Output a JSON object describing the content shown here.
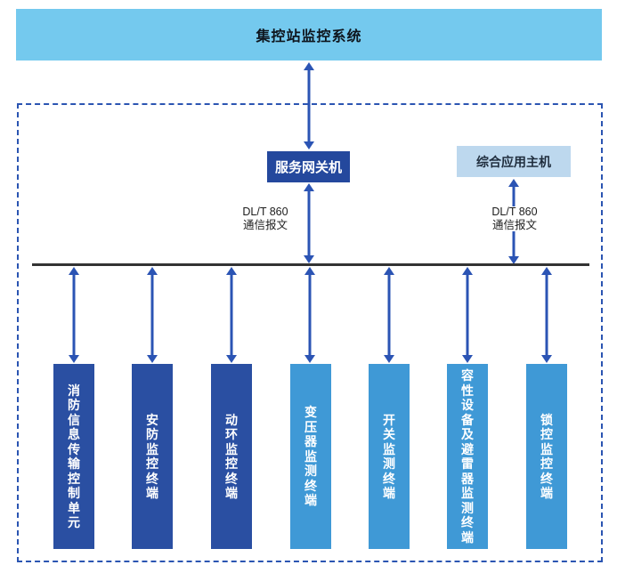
{
  "banner": {
    "label": "集控站监控系统"
  },
  "diagram": {
    "gateway": {
      "label": "服务网关机"
    },
    "app_host": {
      "label": "综合应用主机"
    },
    "protocol_left": {
      "line1": "DL/T 860",
      "line2": "通信报文"
    },
    "protocol_right": {
      "line1": "DL/T 860",
      "line2": "通信报文"
    },
    "terminals": [
      {
        "label": "消防信息传输控制单元",
        "variant": "dark"
      },
      {
        "label": "安防监控终端",
        "variant": "dark"
      },
      {
        "label": "动环监控终端",
        "variant": "dark"
      },
      {
        "label": "变压器监测终端",
        "variant": "medium"
      },
      {
        "label": "开关监测终端",
        "variant": "medium"
      },
      {
        "label": "容性设备及避雷器监测终端",
        "variant": "medium"
      },
      {
        "label": "锁控监控终端",
        "variant": "medium"
      }
    ],
    "colors": {
      "banner_bg": "#74c9ee",
      "gateway_bg": "#24489d",
      "app_host_bg": "#bdd8ee",
      "terminal_dark": "#2a4fa2",
      "terminal_medium": "#3f99d6",
      "arrow": "#2b54b4",
      "dashed_border": "#2b55b2",
      "bus_line": "#333333"
    }
  }
}
